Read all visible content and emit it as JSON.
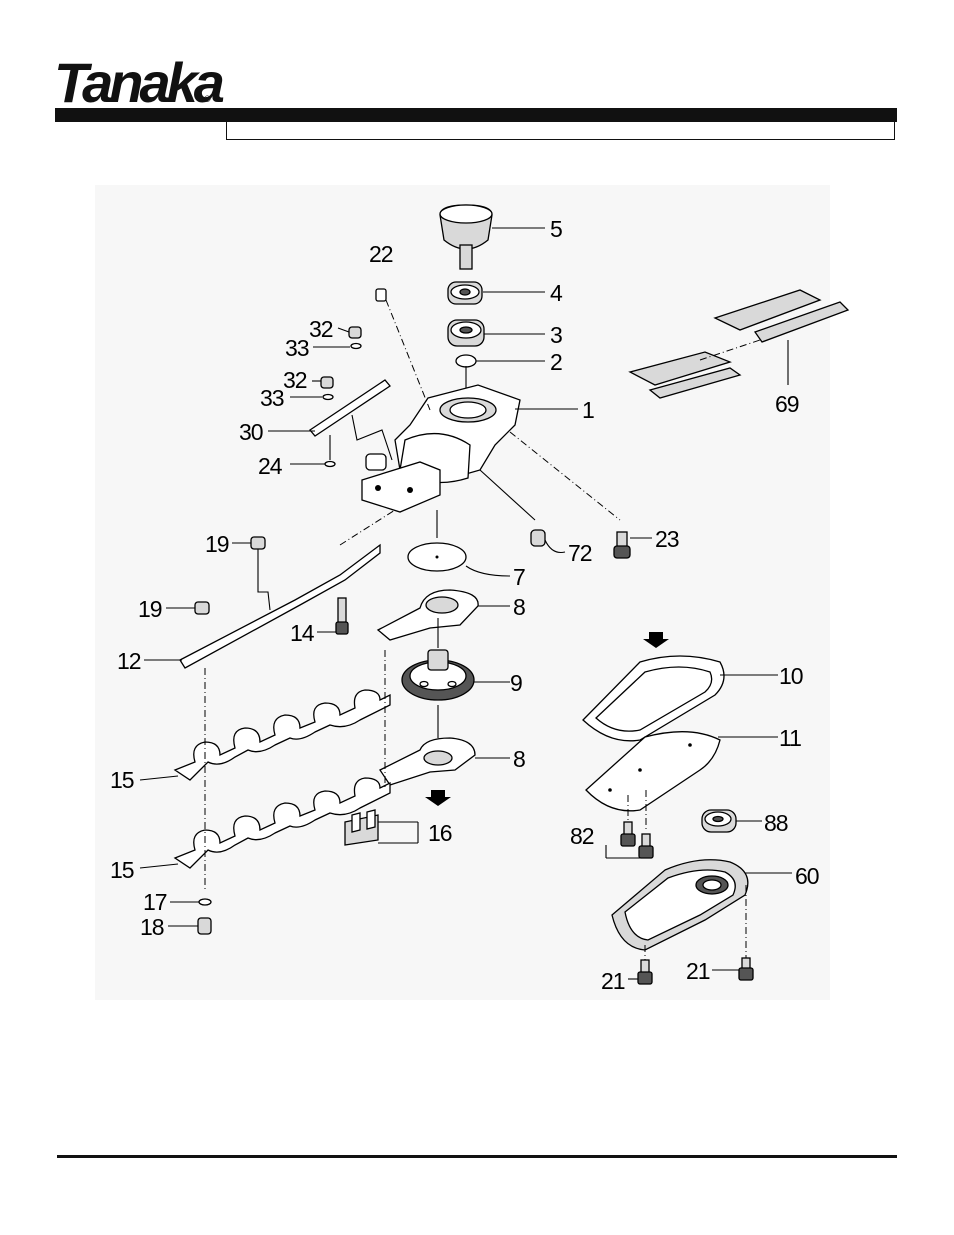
{
  "brand": {
    "logo_text": "Tanaka",
    "registered_mark": "®"
  },
  "diagram": {
    "callouts": {
      "p1": "1",
      "p2": "2",
      "p3": "3",
      "p4": "4",
      "p5": "5",
      "p7": "7",
      "p8a": "8",
      "p8b": "8",
      "p9": "9",
      "p10": "10",
      "p11": "11",
      "p12": "12",
      "p14": "14",
      "p15a": "15",
      "p15b": "15",
      "p16": "16",
      "p17": "17",
      "p18": "18",
      "p19a": "19",
      "p19b": "19",
      "p21a": "21",
      "p21b": "21",
      "p22": "22",
      "p23": "23",
      "p24": "24",
      "p30": "30",
      "p32a": "32",
      "p32b": "32",
      "p33a": "33",
      "p33b": "33",
      "p60": "60",
      "p69": "69",
      "p72": "72",
      "p82": "82",
      "p88": "88"
    }
  }
}
